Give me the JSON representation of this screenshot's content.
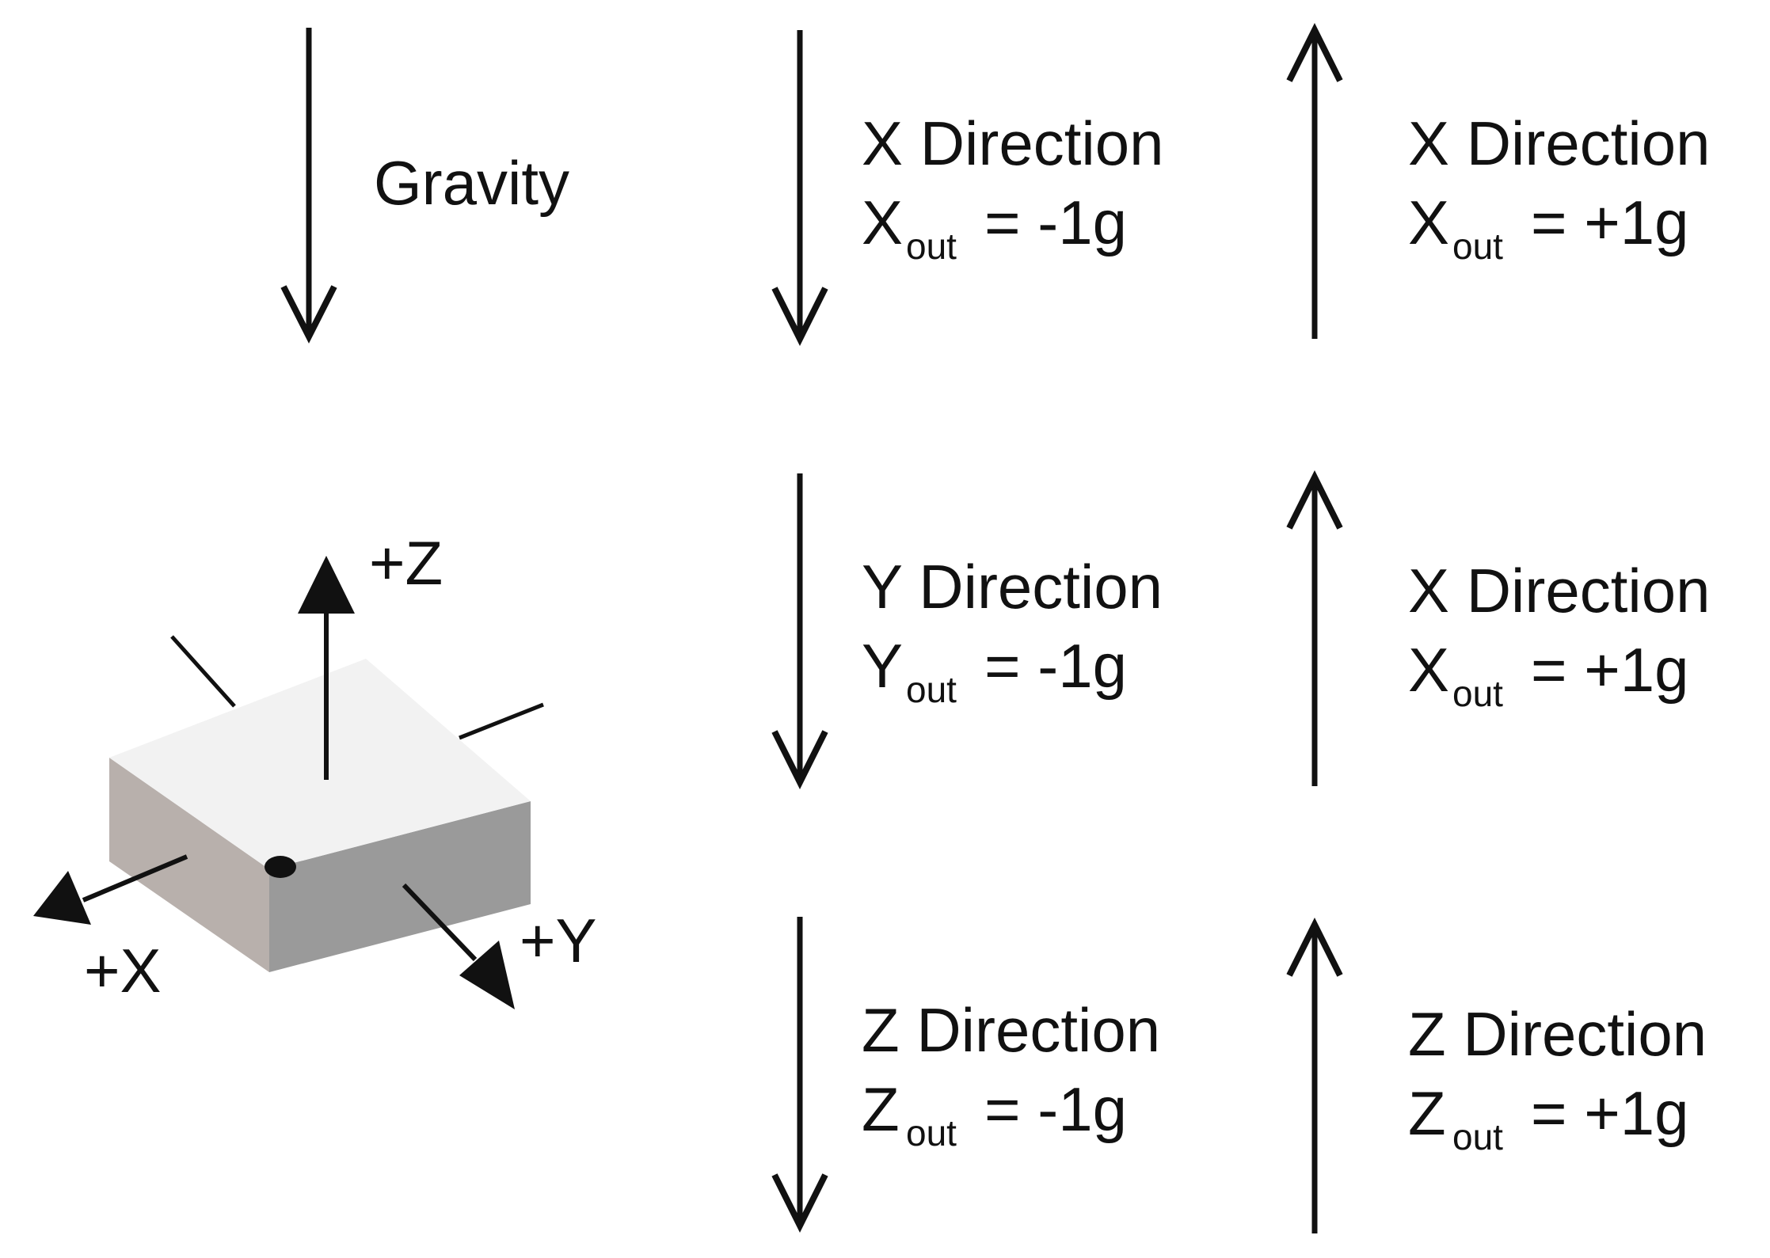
{
  "gravity_label": "Gravity",
  "axes": {
    "z": "+Z",
    "x": "+X",
    "y": "+Y"
  },
  "panels": [
    {
      "direction": "X Direction",
      "var": "X",
      "sub": "out",
      "value": "= -1g"
    },
    {
      "direction": "X Direction",
      "var": "X",
      "sub": "out",
      "value": "= +1g"
    },
    {
      "direction": "Y Direction",
      "var": "Y",
      "sub": "out",
      "value": "= -1g"
    },
    {
      "direction": "X Direction",
      "var": "X",
      "sub": "out",
      "value": "= +1g"
    },
    {
      "direction": "Z Direction",
      "var": "Z",
      "sub": "out",
      "value": "= -1g"
    },
    {
      "direction": "Z Direction",
      "var": "Z",
      "sub": "out",
      "value": "= +1g"
    }
  ],
  "colors": {
    "ink": "#111111",
    "chip_top": "#f2f2f2",
    "chip_front": "#9a9a9a",
    "chip_left": "#b8b0ac"
  }
}
